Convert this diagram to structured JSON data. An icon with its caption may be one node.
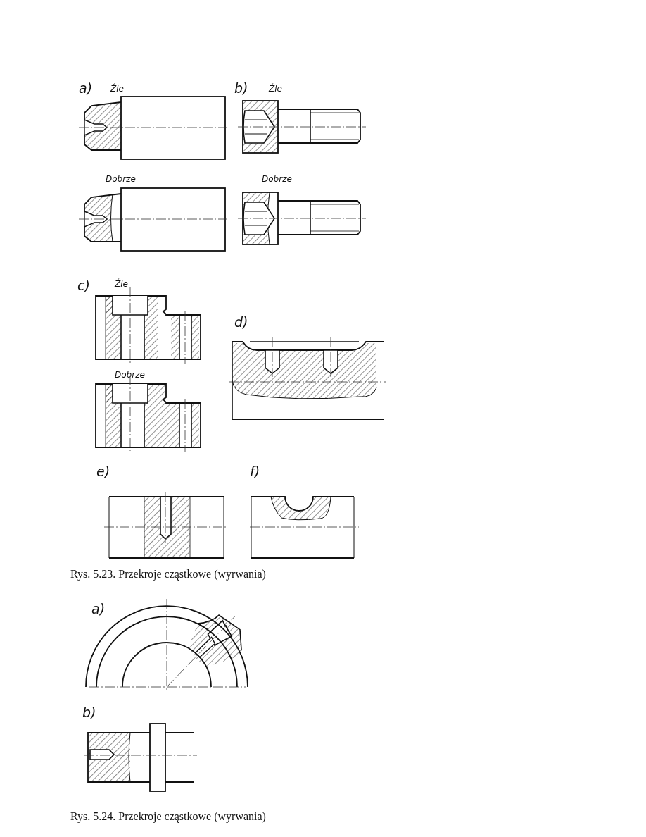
{
  "diagram": {
    "labels": [
      "a)",
      "Źle",
      "b)",
      "Źle",
      "Dobrze",
      "Dobrze",
      "c)",
      "Źle",
      "d)",
      "Dobrze",
      "e)",
      "f)",
      "Rys. 5.23. Przekroje cząstkowe (wyrwania)",
      "a)",
      "b)",
      "Rys. 5.24. Przekroje cząstkowe (wyrwania)"
    ]
  }
}
